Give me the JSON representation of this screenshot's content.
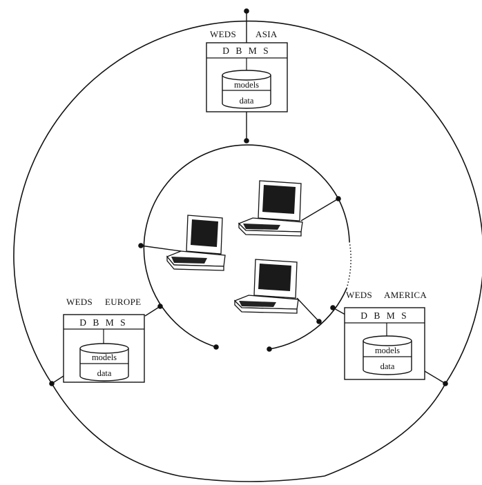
{
  "diagram": {
    "sites": {
      "asia": {
        "label_left": "WEDS",
        "label_right": "ASIA",
        "dbms": "D B M S",
        "db_top": "models",
        "db_bottom": "data"
      },
      "europe": {
        "label_left": "WEDS",
        "label_right": "EUROPE",
        "dbms": "D B M S",
        "db_top": "models",
        "db_bottom": "data"
      },
      "america": {
        "label_left": "WEDS",
        "label_right": "AMERICA",
        "dbms": "D B M S",
        "db_top": "models",
        "db_bottom": "data"
      }
    },
    "laptops": [
      "laptop",
      "laptop",
      "laptop"
    ]
  }
}
